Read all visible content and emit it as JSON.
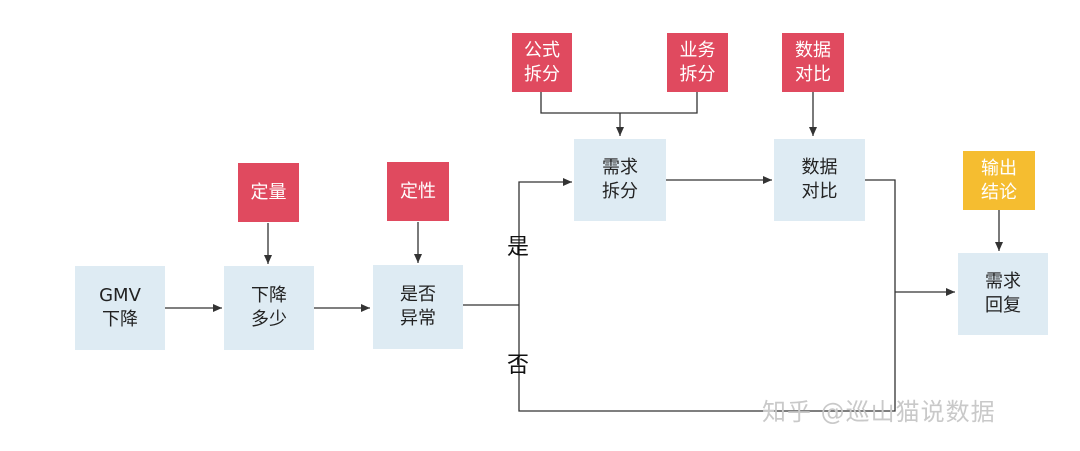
{
  "nodes": {
    "gmv": "GMV\n下降",
    "drop_amount": "下降\n多少",
    "is_abnormal": "是否\n异常",
    "req_split": "需求\n拆分",
    "data_compare": "数据\n对比",
    "req_reply": "需求\n回复"
  },
  "tags": {
    "quantitative": "定量",
    "qualitative": "定性",
    "formula_split": "公式\n拆分",
    "business_split": "业务\n拆分",
    "data_compare": "数据\n对比",
    "output_conclusion": "输出\n结论"
  },
  "labels": {
    "yes": "是",
    "no": "否"
  },
  "watermark": "知乎 @巡山猫说数据",
  "colors": {
    "process": "#deebf3",
    "tag_red": "#e04a5f",
    "tag_yellow": "#f5bd30",
    "line": "#333333"
  }
}
